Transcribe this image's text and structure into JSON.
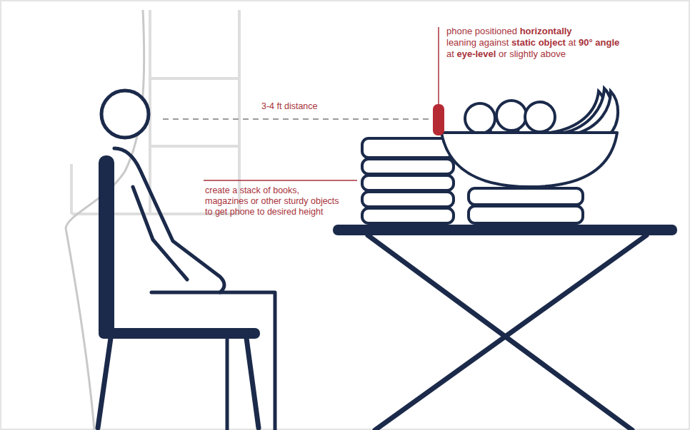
{
  "diagram": {
    "labels": [
      "phone positioned",
      "horizontally",
      "leaning against",
      "static object",
      "at",
      "90° angle",
      "at",
      "eye-level",
      "or slightly above",
      "3-4 ft distance",
      "create a stack of books, magazines or other sturdy objects to get phone to desired height"
    ]
  }
}
